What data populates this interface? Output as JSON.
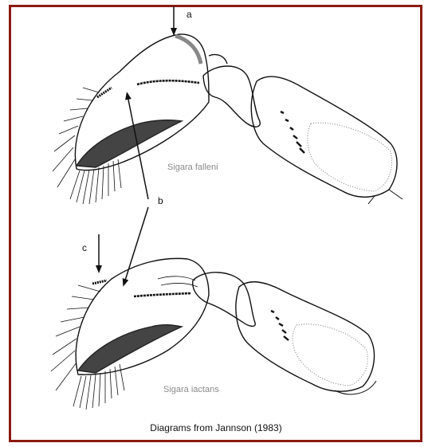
{
  "figure": {
    "labels": {
      "a": "a",
      "b": "b",
      "c": "c"
    },
    "species_top": "Sigara falleni",
    "species_bottom": "Sigara iactans",
    "caption": "Diagrams from Jannson (1983)",
    "colors": {
      "border": "#8b1a10",
      "ink": "#111111",
      "species_text": "#8a8a8a"
    }
  }
}
